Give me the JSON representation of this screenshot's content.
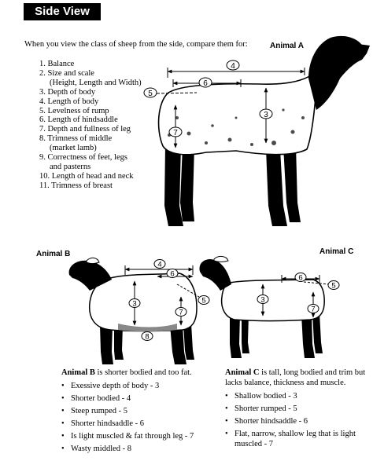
{
  "header": "Side View",
  "intro": "When you view the class of sheep from the side, compare them for:",
  "criteria": [
    "1. Balance",
    "2. Size and scale",
    "(Height, Length and Width)",
    "3. Depth of body",
    "4. Length of body",
    "5. Levelness of rump",
    "6. Length of hindsaddle",
    "7. Depth and fullness of leg",
    "8. Trimness of middle",
    "(market lamb)",
    "9. Correctness of feet, legs",
    "and pasterns",
    "10. Length of head and neck",
    "11. Trimness of breast"
  ],
  "animals": {
    "a": {
      "label": "Animal A",
      "markers": [
        "4",
        "6",
        "5",
        "3",
        "7"
      ]
    },
    "b": {
      "label": "Animal B",
      "markers": [
        "4",
        "6",
        "5",
        "3",
        "7",
        "8"
      ],
      "desc_name": "Animal B",
      "desc_rest": " is shorter bodied and too fat.",
      "faults": [
        "Exessive depth of body - 3",
        "Shorter bodied - 4",
        "Steep rumped - 5",
        "Shorter hindsaddle - 6",
        "Is light muscled & fat through leg - 7",
        "Wasty middled - 8"
      ]
    },
    "c": {
      "label": "Animal C",
      "markers": [
        "6",
        "5",
        "3",
        "7"
      ],
      "desc_name": "Animal C",
      "desc_rest": " is tall, long bodied and trim but lacks balance, thickness and muscle.",
      "faults": [
        "Shallow bodied - 3",
        "Shorter rumped - 5",
        "Shorter hindsaddle - 6",
        "Flat, narrow, shallow leg that is light muscled - 7"
      ]
    }
  }
}
